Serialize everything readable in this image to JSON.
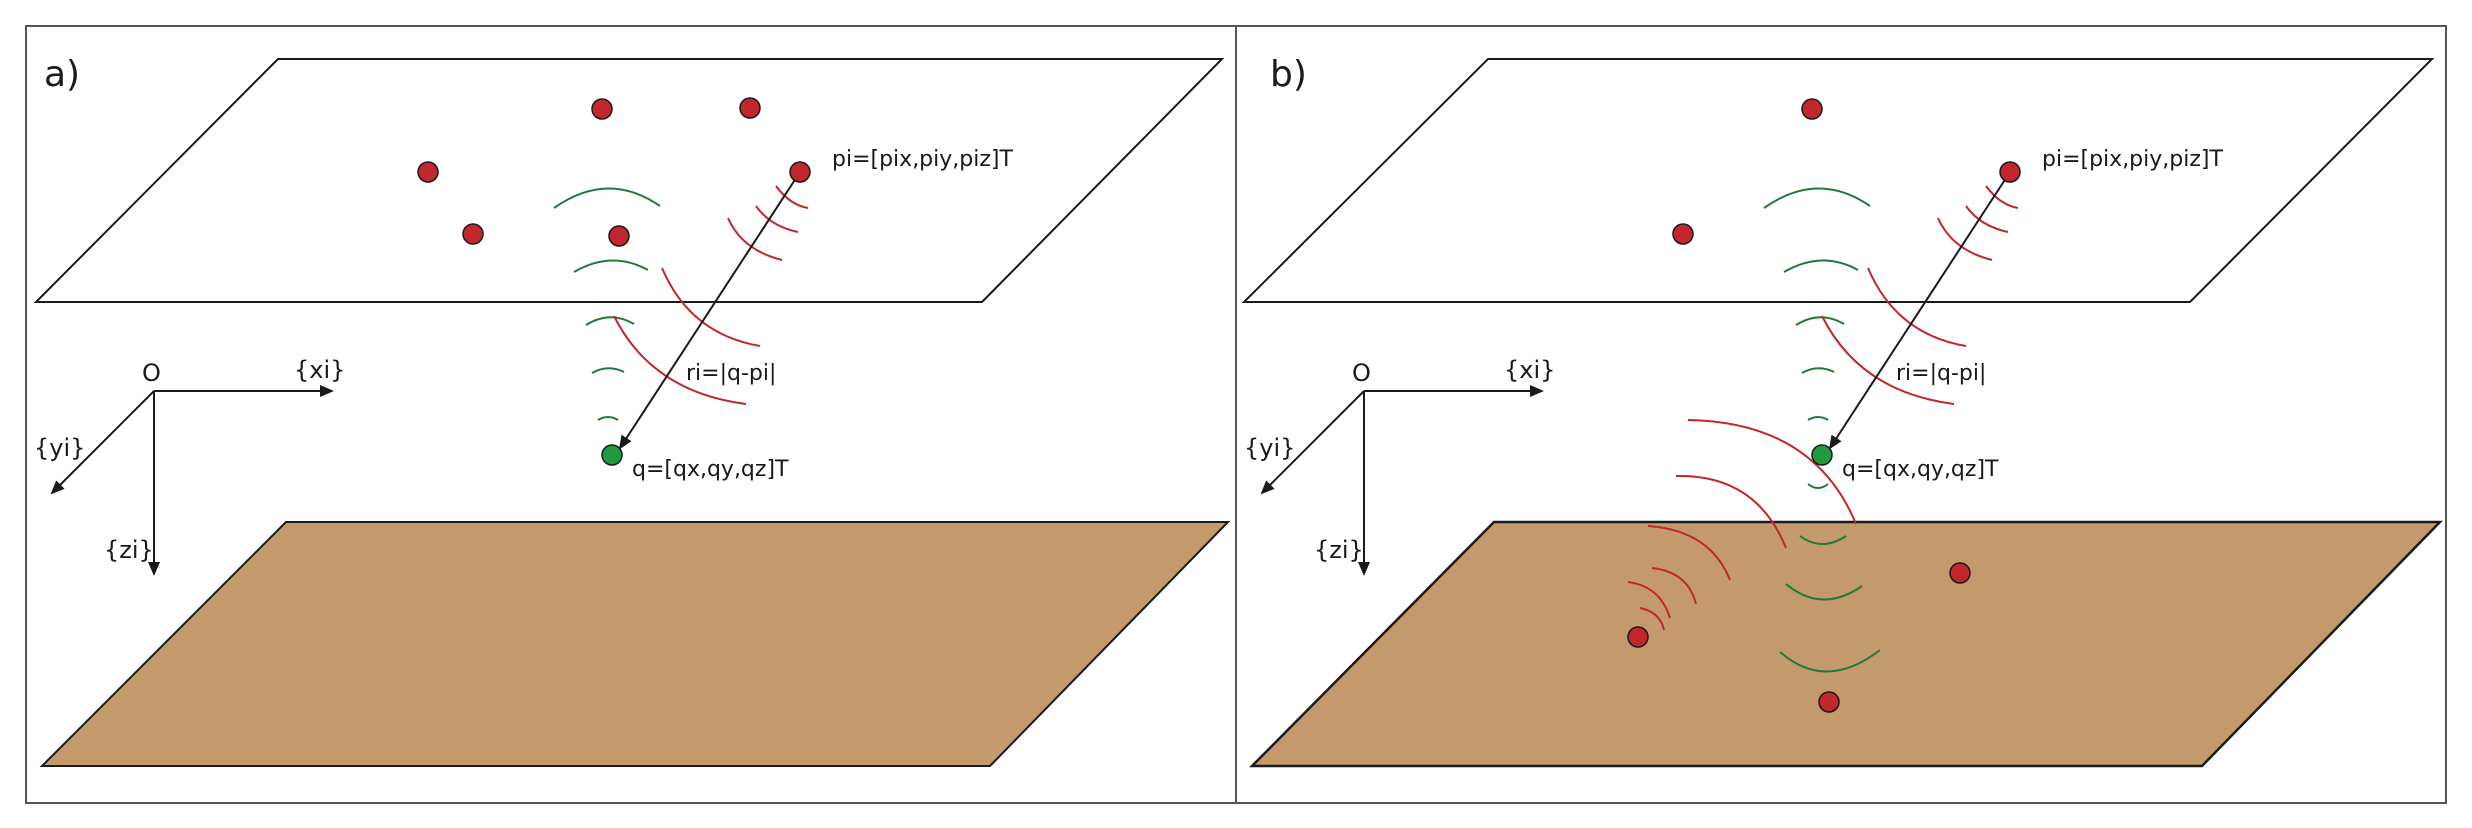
{
  "panels": [
    {
      "label": "a)",
      "origin_label": "O",
      "x_axis_label": "{xi}",
      "y_axis_label": "{yi}",
      "z_axis_label": "{zi}",
      "anchor_eq": "pi=[pix,piy,piz]T",
      "distance_eq": "ri=|q-pi|",
      "target_eq": "q=[qx,qy,qz]T"
    },
    {
      "label": "b)",
      "origin_label": "O",
      "x_axis_label": "{xi}",
      "y_axis_label": "{yi}",
      "z_axis_label": "{zi}",
      "anchor_eq": "pi=[pix,piy,piz]T",
      "distance_eq": "ri=|q-pi|",
      "target_eq": "q=[qx,qy,qz]T"
    }
  ],
  "colors": {
    "anchor_node": "#c1272d",
    "target_node": "#1f9a3e",
    "red_wave": "#c1272d",
    "green_wave": "#1e7a3a",
    "ground_plane": "#c49a6c",
    "outline": "#1a1a1a"
  }
}
